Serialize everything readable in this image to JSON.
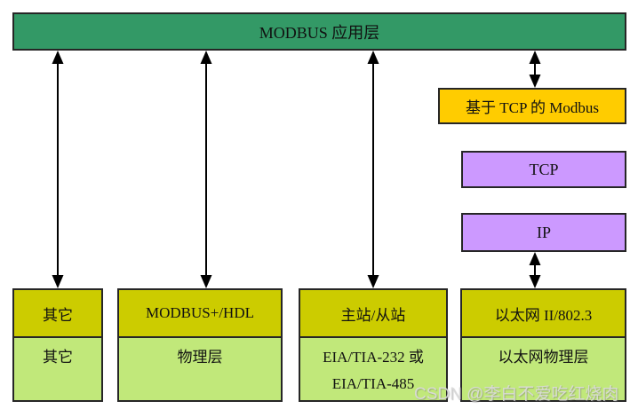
{
  "diagram": {
    "title": "MODBUS 应用层",
    "right_stack": {
      "modbus_tcp_label": "基于 TCP 的 Modbus",
      "tcp_label": "TCP",
      "ip_label": "IP"
    },
    "columns": [
      {
        "top_label": "其它",
        "bottom_lines": [
          "其它"
        ]
      },
      {
        "top_label": "MODBUS+/HDL",
        "bottom_lines": [
          "物理层"
        ]
      },
      {
        "top_label": "主站/从站",
        "bottom_lines": [
          "EIA/TIA-232 或",
          "EIA/TIA-485"
        ]
      },
      {
        "top_label": "以太网 II/802.3",
        "bottom_lines": [
          "以太网物理层"
        ]
      }
    ],
    "watermark": "CSDN @李白不爱吃红烧肉",
    "colors": {
      "app_layer_green": "#339966",
      "modbus_tcp_gold": "#FFCC00",
      "tcp_ip_purple": "#CC99FF",
      "data_link_olive": "#CCCC00",
      "physical_light_green": "#C1E87A",
      "box_border": "#262626",
      "arrow_black": "#000000",
      "watermark_gray": "#DBDBDB"
    }
  }
}
